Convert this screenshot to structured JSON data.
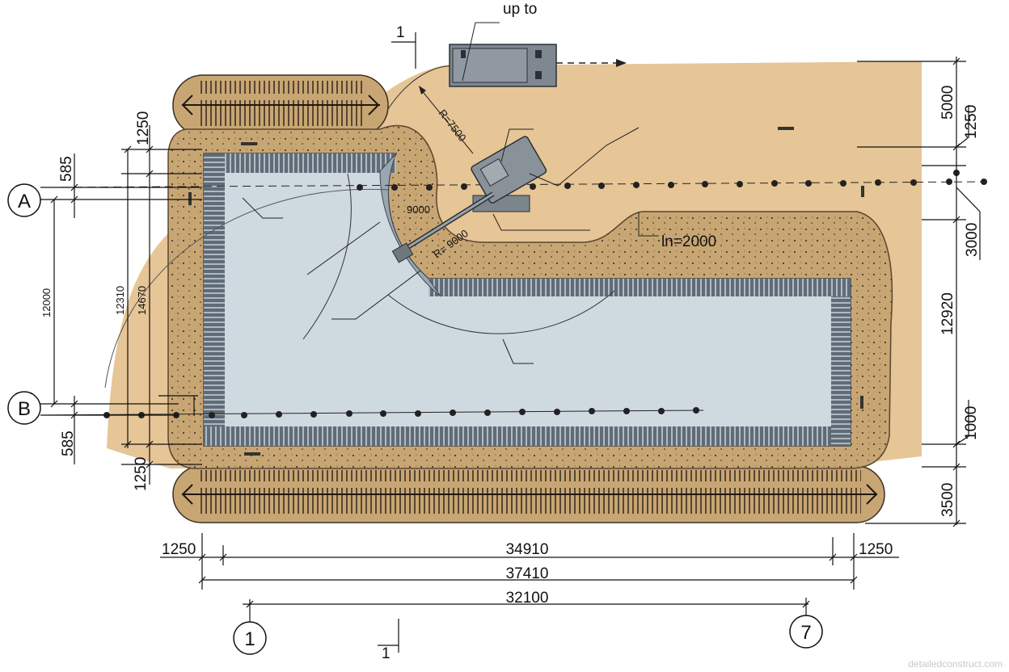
{
  "section_marks": {
    "top": "1",
    "bottom": "1"
  },
  "truck_label": "up to",
  "annotations": {
    "radius_arc": "R=7500",
    "reach_9000": "9000",
    "boom_reach": "R= 9000",
    "depth_label": "ln=2000"
  },
  "axes": {
    "a": "A",
    "b": "B",
    "one": "1",
    "seven": "7"
  },
  "dims_left": {
    "top_585": "585",
    "top_1250": "1250",
    "span_12000": "12000",
    "span_12310": "12310",
    "span_14670": "14670",
    "bottom_585": "585",
    "bottom_1250": "1250"
  },
  "dims_right": {
    "d5000": "5000",
    "d1250": "1250",
    "d3000": "3000",
    "d12920": "12920",
    "d1000": "1000",
    "d3500": "3500"
  },
  "dims_bottom": {
    "left_1250": "1250",
    "d34910": "34910",
    "right_1250": "1250",
    "d37410": "37410",
    "d32100": "32100"
  },
  "watermark": "detailedconstruct.com",
  "colors": {
    "sand": "#e6c596",
    "soil": "#c9a877",
    "pit": "#cfd9e0",
    "sheet_pile": "#6e7a86",
    "machine": "#8a9299"
  }
}
